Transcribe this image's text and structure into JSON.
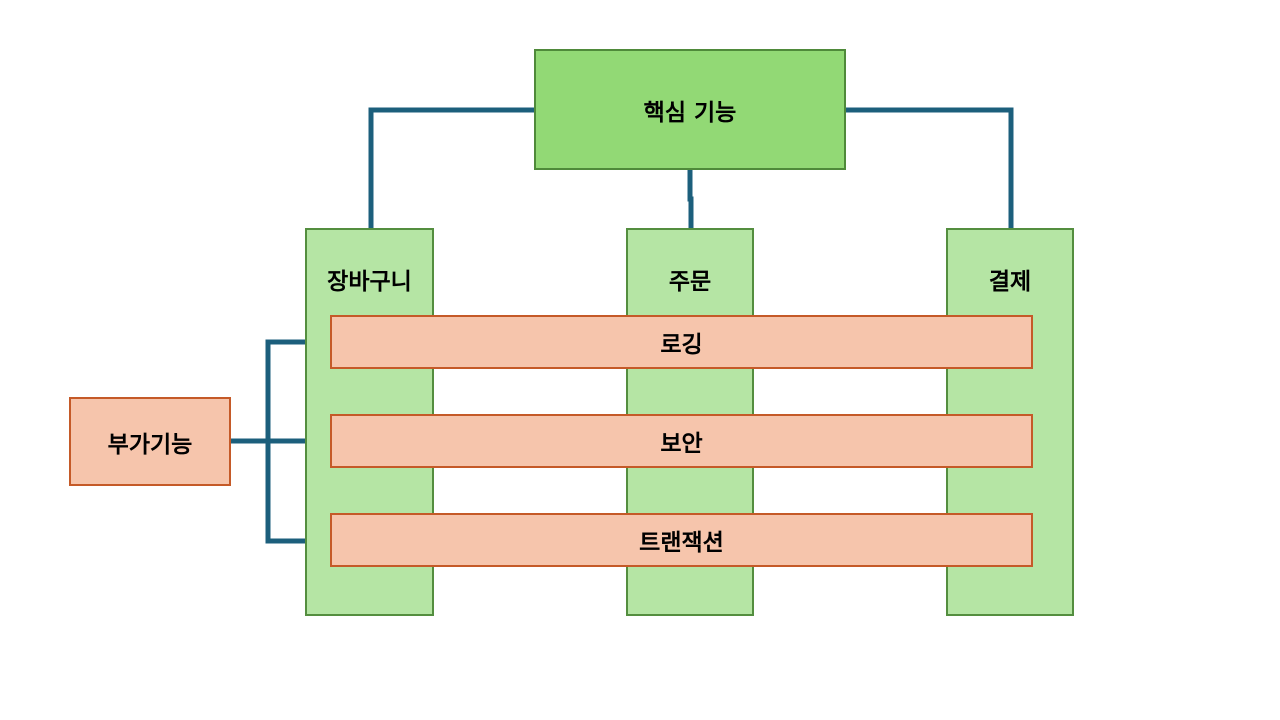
{
  "core": {
    "label": "핵심 기능"
  },
  "columns": [
    {
      "label": "장바구니"
    },
    {
      "label": "주문"
    },
    {
      "label": "결제"
    }
  ],
  "addon": {
    "label": "부가기능"
  },
  "bars": [
    {
      "label": "로깅"
    },
    {
      "label": "보안"
    },
    {
      "label": "트랜잭션"
    }
  ],
  "colors": {
    "core_fill": "#92d975",
    "column_fill": "#b5e5a4",
    "addon_fill": "#f6c5ac",
    "addon_border": "#c55a28",
    "connector": "#1c5f7c"
  }
}
